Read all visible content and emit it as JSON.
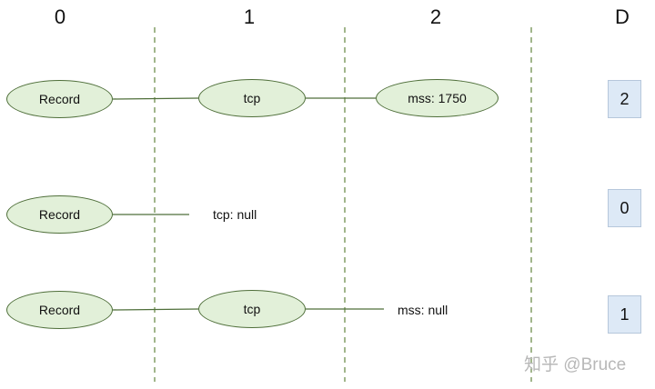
{
  "columns": {
    "level_0": "0",
    "level_1": "1",
    "level_2": "2",
    "definition_level": "D"
  },
  "rows": [
    {
      "record": "Record",
      "tcp": "tcp",
      "mss": "mss: 1750",
      "d": "2"
    },
    {
      "record": "Record",
      "tcp_null": "tcp: null",
      "d": "0"
    },
    {
      "record": "Record",
      "tcp": "tcp",
      "mss_null": "mss: null",
      "d": "1"
    }
  ],
  "watermark": "知乎 @Bruce",
  "colors": {
    "node_fill": "#e2f0d9",
    "node_stroke": "#4f6f3a",
    "divider": "#6f8f4f",
    "d_box_fill": "#dde9f6"
  }
}
